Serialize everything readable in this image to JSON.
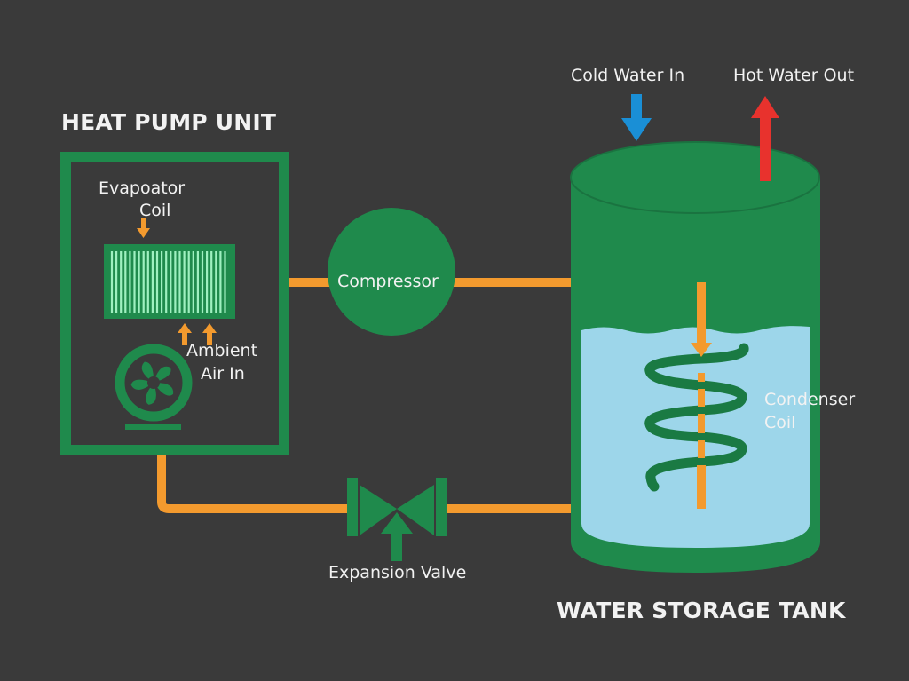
{
  "diagram": {
    "title_heat_pump": "HEAT PUMP UNIT",
    "title_tank": "WATER STORAGE TANK",
    "labels": {
      "evaporator_line1": "Evapoator",
      "evaporator_line2": "Coil",
      "ambient_line1": "Ambient",
      "ambient_line2": "Air In",
      "compressor": "Compressor",
      "expansion_valve": "Expansion Valve",
      "cold_water_in": "Cold Water In",
      "hot_water_out": "Hot Water Out",
      "condenser_line1": "Condenser",
      "condenser_line2": "Coil"
    },
    "colors": {
      "background": "#3a3a3a",
      "component_green": "#1f8a4c",
      "coil_green": "#1a7a43",
      "refrigerant_orange": "#f39a2e",
      "water_blue": "#9dd6ea",
      "cold_arrow": "#1a8fd6",
      "hot_arrow": "#e8322d",
      "text": "#f2f2f2"
    }
  }
}
